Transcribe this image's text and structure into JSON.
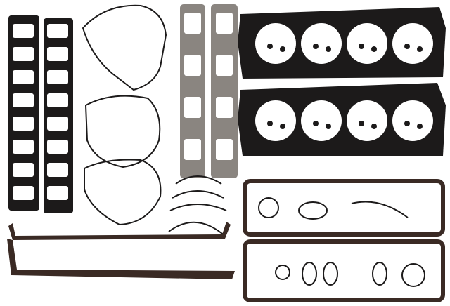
{
  "photo": {
    "background_color": "#ffffff",
    "gasket_color": "#1c1a1a",
    "exhaust_gasket_color": "#8a8580",
    "cork_color": "#3a2a24",
    "parts": [
      "intake-manifold-gasket",
      "timing-cover-gasket",
      "water-pump-gasket",
      "exhaust-manifold-gasket",
      "cylinder-head-gasket",
      "rear-main-seal",
      "valve-cover-gasket",
      "oil-pan-gasket"
    ]
  }
}
